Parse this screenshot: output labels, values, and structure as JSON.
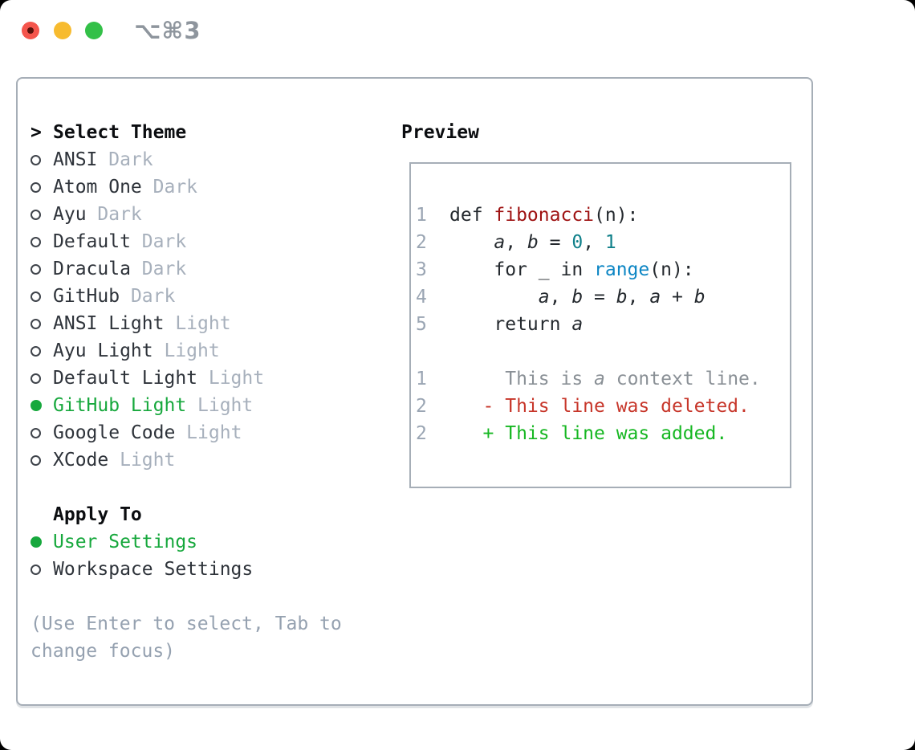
{
  "titlebar": {
    "title": "⌥⌘3"
  },
  "left": {
    "header": {
      "pointer": ">",
      "label": "Select Theme"
    },
    "themes": [
      {
        "name": "ANSI",
        "tag": "Dark",
        "selected": false
      },
      {
        "name": "Atom One",
        "tag": "Dark",
        "selected": false
      },
      {
        "name": "Ayu",
        "tag": "Dark",
        "selected": false
      },
      {
        "name": "Default",
        "tag": "Dark",
        "selected": false
      },
      {
        "name": "Dracula",
        "tag": "Dark",
        "selected": false
      },
      {
        "name": "GitHub",
        "tag": "Dark",
        "selected": false
      },
      {
        "name": "ANSI Light",
        "tag": "Light",
        "selected": false
      },
      {
        "name": "Ayu Light",
        "tag": "Light",
        "selected": false
      },
      {
        "name": "Default Light",
        "tag": "Light",
        "selected": false
      },
      {
        "name": "GitHub Light",
        "tag": "Light",
        "selected": true
      },
      {
        "name": "Google Code",
        "tag": "Light",
        "selected": false
      },
      {
        "name": "XCode",
        "tag": "Light",
        "selected": false
      }
    ],
    "apply_to": {
      "label": "Apply To",
      "options": [
        {
          "name": "User Settings",
          "selected": true
        },
        {
          "name": "Workspace Settings",
          "selected": false
        }
      ]
    },
    "hint_lines": [
      "(Use Enter to select, Tab to",
      "change focus)"
    ]
  },
  "preview": {
    "label": "Preview",
    "code_lines": [
      {
        "num": "1",
        "segments": [
          {
            "t": "def ",
            "c": "plain"
          },
          {
            "t": "fibonacci",
            "c": "func"
          },
          {
            "t": "(n):",
            "c": "plain"
          }
        ]
      },
      {
        "num": "2",
        "segments": [
          {
            "t": "    ",
            "c": "plain"
          },
          {
            "t": "a",
            "c": "var"
          },
          {
            "t": ", ",
            "c": "plain"
          },
          {
            "t": "b",
            "c": "var"
          },
          {
            "t": " = ",
            "c": "plain"
          },
          {
            "t": "0",
            "c": "num"
          },
          {
            "t": ", ",
            "c": "plain"
          },
          {
            "t": "1",
            "c": "num"
          }
        ]
      },
      {
        "num": "3",
        "segments": [
          {
            "t": "    for _ in ",
            "c": "plain"
          },
          {
            "t": "range",
            "c": "builtin"
          },
          {
            "t": "(n):",
            "c": "plain"
          }
        ]
      },
      {
        "num": "4",
        "segments": [
          {
            "t": "        ",
            "c": "plain"
          },
          {
            "t": "a",
            "c": "var"
          },
          {
            "t": ", ",
            "c": "plain"
          },
          {
            "t": "b",
            "c": "var"
          },
          {
            "t": " = ",
            "c": "plain"
          },
          {
            "t": "b",
            "c": "var"
          },
          {
            "t": ", ",
            "c": "plain"
          },
          {
            "t": "a",
            "c": "var"
          },
          {
            "t": " + ",
            "c": "plain"
          },
          {
            "t": "b",
            "c": "var"
          }
        ]
      },
      {
        "num": "5",
        "segments": [
          {
            "t": "    return ",
            "c": "plain"
          },
          {
            "t": "a",
            "c": "var"
          }
        ]
      },
      {
        "num": "",
        "segments": []
      },
      {
        "num": "1",
        "segments": [
          {
            "t": "     This is ",
            "c": "ctx"
          },
          {
            "t": "a",
            "c": "ctx-i"
          },
          {
            "t": " context line.",
            "c": "ctx"
          }
        ]
      },
      {
        "num": "2",
        "segments": [
          {
            "t": "   - This line was deleted.",
            "c": "del"
          }
        ]
      },
      {
        "num": "2",
        "segments": [
          {
            "t": "   + This line was added.",
            "c": "add"
          }
        ]
      }
    ]
  },
  "colors": {
    "accent_green": "#17a83d",
    "diff_add": "#16b722",
    "diff_del": "#c7362a",
    "func_red": "#9e1111",
    "number_teal": "#10808a",
    "builtin_blue": "#0d86c4",
    "line_number": "#9aa5b3",
    "context_gray": "#8a9096",
    "tag_gray": "#a7b0bc",
    "hint_gray": "#95a1b0",
    "text_dark": "#2e333a",
    "border_gray": "#a6aeb7",
    "title_gray": "#8e959d",
    "traffic_red": "#f4554c",
    "traffic_red_dot": "#5a120b",
    "traffic_yellow": "#f7bb2f",
    "traffic_green": "#33c048"
  }
}
